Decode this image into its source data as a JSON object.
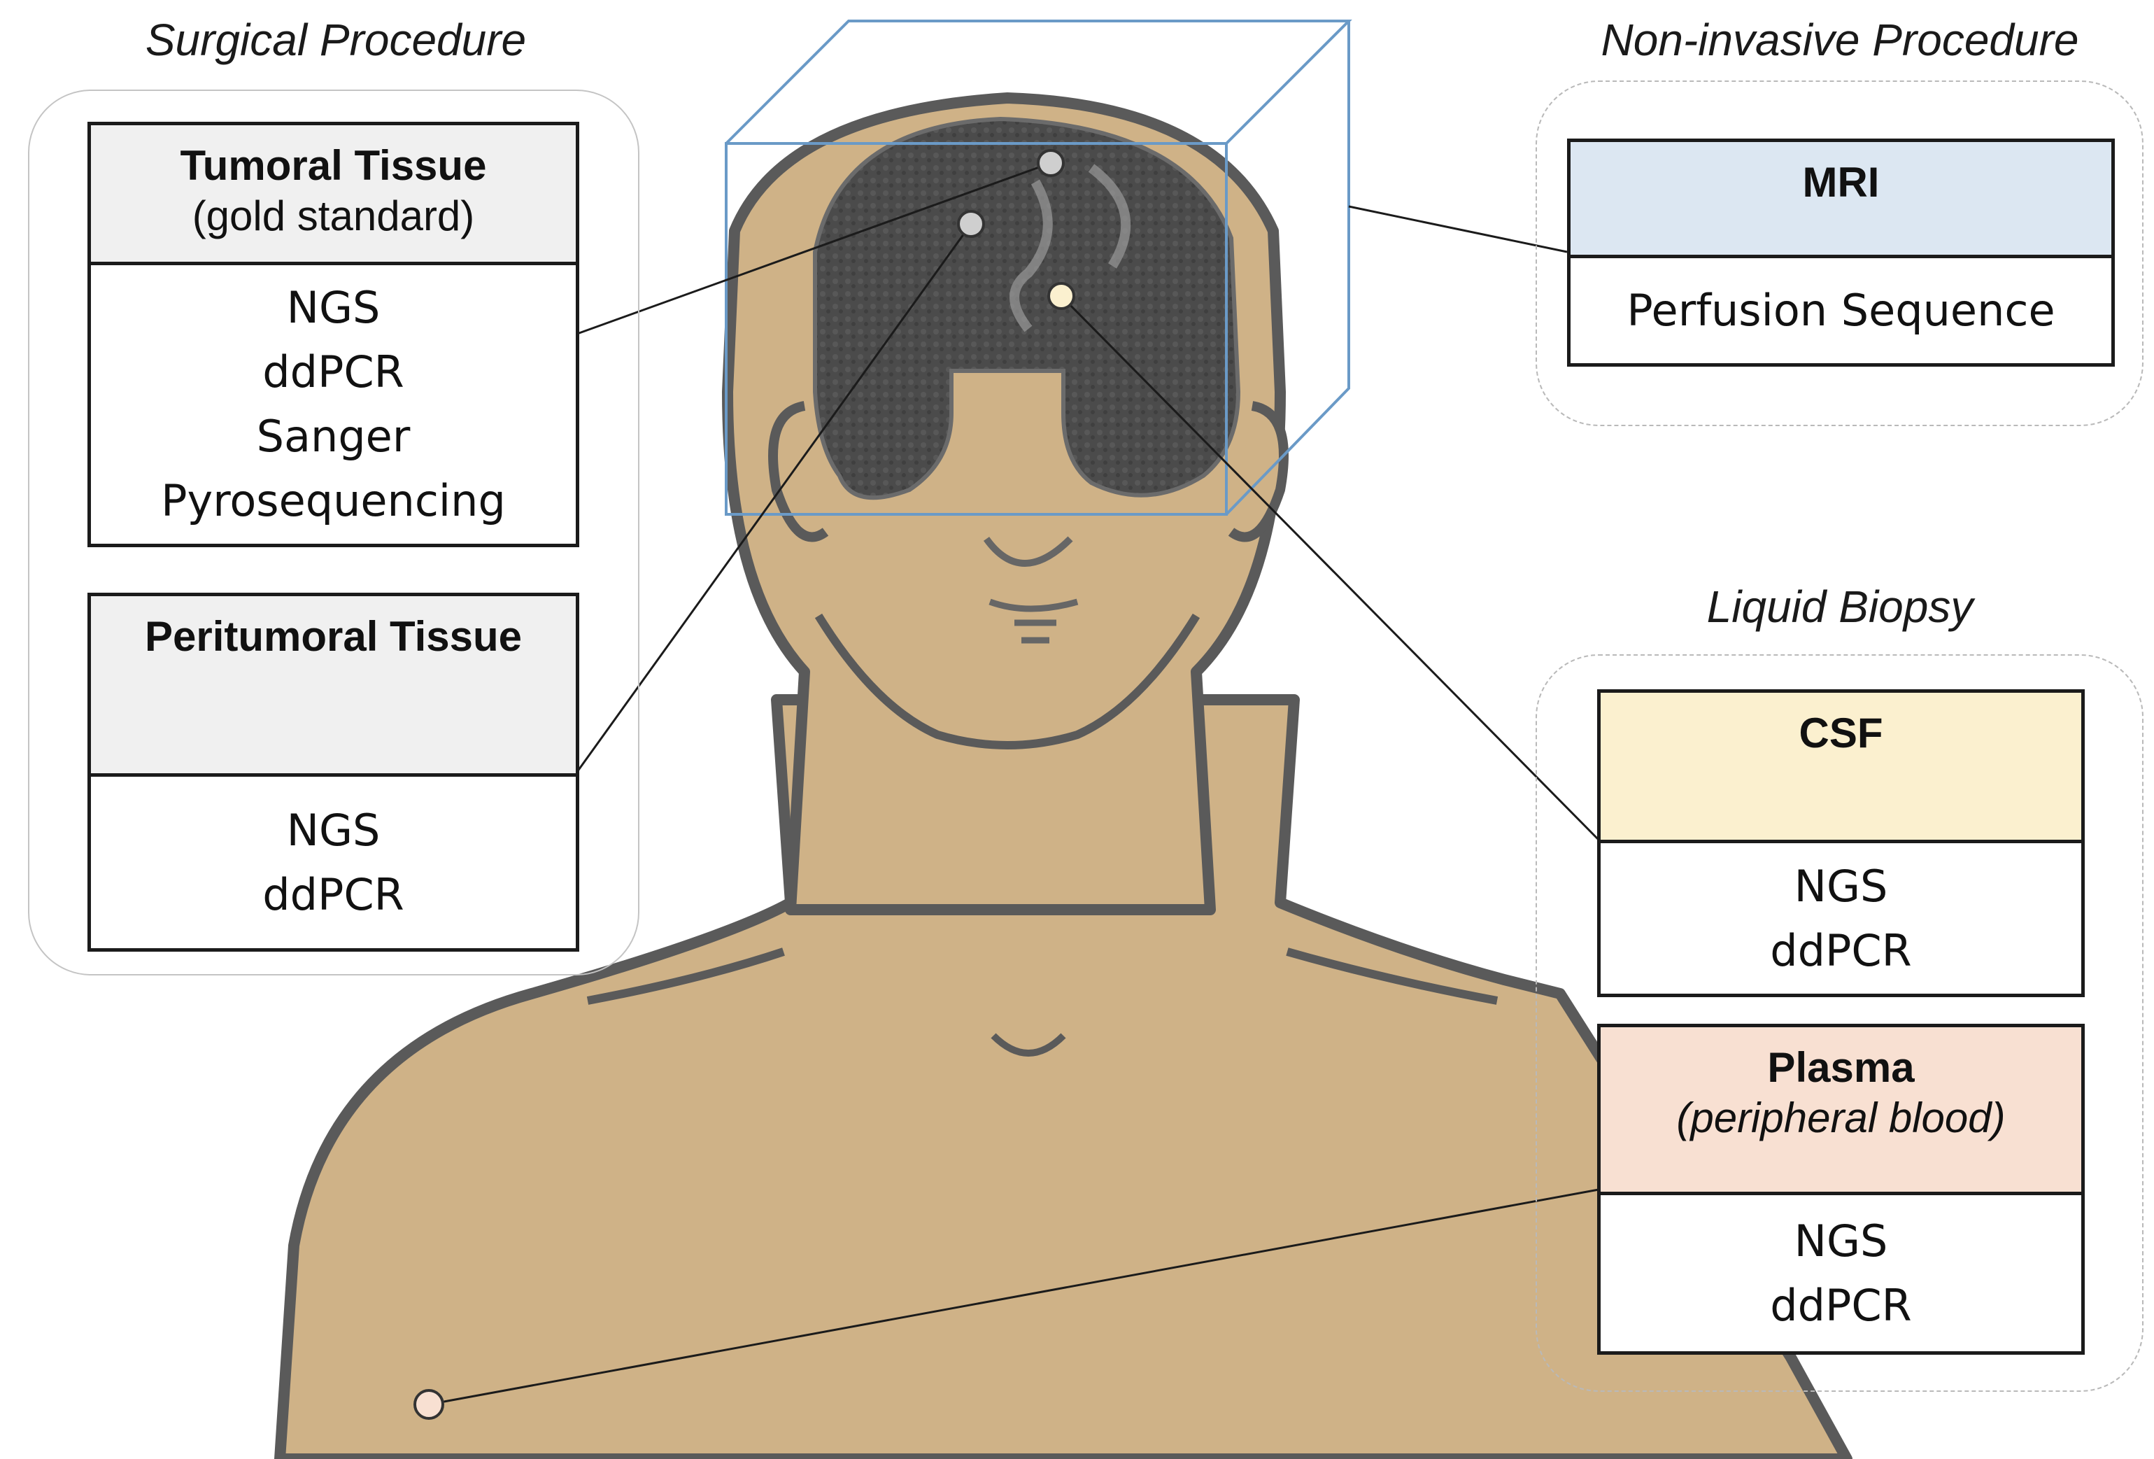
{
  "surgical": {
    "title": "Surgical Procedure",
    "tumoral": {
      "title": "Tumoral Tissue",
      "subtitle": "(gold standard)",
      "methods": [
        "NGS",
        "ddPCR",
        "Sanger",
        "Pyrosequencing"
      ]
    },
    "peritumoral": {
      "title": "Peritumoral Tissue",
      "methods": [
        "NGS",
        "ddPCR"
      ]
    }
  },
  "noninvasive": {
    "title": "Non-invasive Procedure",
    "mri": {
      "title": "MRI",
      "method": "Perfusion Sequence"
    }
  },
  "liquid": {
    "title": "Liquid Biopsy",
    "csf": {
      "title": "CSF",
      "methods": [
        "NGS",
        "ddPCR"
      ]
    },
    "plasma": {
      "title": "Plasma",
      "subtitle": "(peripheral blood)",
      "methods": [
        "NGS",
        "ddPCR"
      ]
    }
  },
  "colors": {
    "skin": "#cfb287",
    "outline": "#555555",
    "brain": "#4a4a4a",
    "tissue_header": "#f0f0f0",
    "mri_header": "#dce7f2",
    "csf_header": "#fbf0cf",
    "plasma_header": "#f8e0d2",
    "box": "#6a9ac7"
  }
}
